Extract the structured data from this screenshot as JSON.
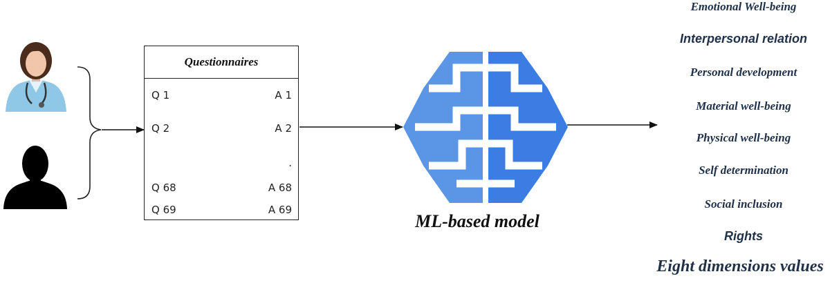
{
  "questionnaire": {
    "title": "Questionnaires",
    "rows": [
      {
        "q": "Q 1",
        "a": "A 1"
      },
      {
        "q": "Q 2",
        "a": "A 2"
      },
      {
        "q": "Q 68",
        "a": "A 68"
      },
      {
        "q": "Q 69",
        "a": "A 69"
      }
    ],
    "answer_ellipsis": "."
  },
  "model": {
    "label": "ML-based model"
  },
  "dimensions": {
    "items": [
      "Emotional Well-being",
      "Interpersonal relation",
      "Personal development",
      "Material well-being",
      "Physical well-being",
      "Self determination",
      "Social inclusion",
      "Rights"
    ],
    "footer": "Eight dimensions values"
  },
  "icons": {
    "clinician": "doctor-avatar-icon",
    "person": "person-silhouette-icon",
    "model": "brain-model-icon"
  },
  "colors": {
    "brain_left": "#5b95e6",
    "brain_right": "#3b7de3",
    "dimension_text": "#1f3048"
  }
}
